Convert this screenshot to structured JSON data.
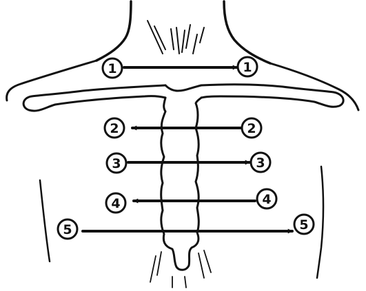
{
  "figure": {
    "colors": {
      "ink": "#111111",
      "background": "#ffffff"
    }
  },
  "arrows": [
    {
      "id": 1,
      "start_label": "1",
      "end_label": "1",
      "direction": "right"
    },
    {
      "id": 2,
      "start_label": "2",
      "end_label": "2",
      "direction": "left"
    },
    {
      "id": 3,
      "start_label": "3",
      "end_label": "3",
      "direction": "right"
    },
    {
      "id": 4,
      "start_label": "4",
      "end_label": "4",
      "direction": "left"
    },
    {
      "id": 5,
      "start_label": "5",
      "end_label": "5",
      "direction": "right"
    }
  ]
}
